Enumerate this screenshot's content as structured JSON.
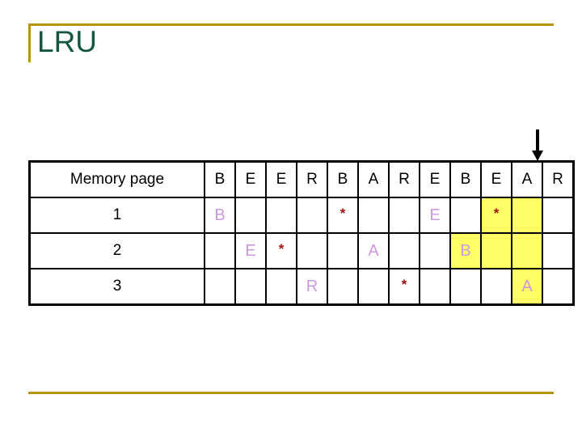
{
  "slide": {
    "title": "LRU",
    "title_color": "#14573c",
    "rule_color": "#b8960c",
    "background": "#ffffff"
  },
  "pointer": {
    "icon": "down-arrow-icon",
    "color": "#000000",
    "points_at_column_index": 11
  },
  "table": {
    "header_label": "Memory page",
    "reference_string": [
      "B",
      "E",
      "E",
      "R",
      "B",
      "A",
      "R",
      "E",
      "B",
      "E",
      "A",
      "R"
    ],
    "row_labels": [
      "1",
      "2",
      "3"
    ],
    "letter_color": "#cc99dd",
    "star_color": "#a81010",
    "highlight_color": "#ffff66",
    "border_color": "#000000",
    "rows": [
      {
        "label": "1",
        "cells": [
          {
            "text": "B",
            "kind": "page",
            "highlight": false
          },
          {
            "text": "",
            "kind": "empty",
            "highlight": false
          },
          {
            "text": "",
            "kind": "empty",
            "highlight": false
          },
          {
            "text": "",
            "kind": "empty",
            "highlight": false
          },
          {
            "text": "*",
            "kind": "star",
            "highlight": false
          },
          {
            "text": "",
            "kind": "empty",
            "highlight": false
          },
          {
            "text": "",
            "kind": "empty",
            "highlight": false
          },
          {
            "text": "E",
            "kind": "page",
            "highlight": false
          },
          {
            "text": "",
            "kind": "empty",
            "highlight": false
          },
          {
            "text": "*",
            "kind": "star",
            "highlight": true
          },
          {
            "text": "",
            "kind": "empty",
            "highlight": true
          },
          {
            "text": "",
            "kind": "empty",
            "highlight": false
          }
        ]
      },
      {
        "label": "2",
        "cells": [
          {
            "text": "",
            "kind": "empty",
            "highlight": false
          },
          {
            "text": "E",
            "kind": "page",
            "highlight": false
          },
          {
            "text": "*",
            "kind": "star",
            "highlight": false
          },
          {
            "text": "",
            "kind": "empty",
            "highlight": false
          },
          {
            "text": "",
            "kind": "empty",
            "highlight": false
          },
          {
            "text": "A",
            "kind": "page",
            "highlight": false
          },
          {
            "text": "",
            "kind": "empty",
            "highlight": false
          },
          {
            "text": "",
            "kind": "empty",
            "highlight": false
          },
          {
            "text": "B",
            "kind": "page",
            "highlight": true
          },
          {
            "text": "",
            "kind": "empty",
            "highlight": true
          },
          {
            "text": "",
            "kind": "empty",
            "highlight": true
          },
          {
            "text": "",
            "kind": "empty",
            "highlight": false
          }
        ]
      },
      {
        "label": "3",
        "cells": [
          {
            "text": "",
            "kind": "empty",
            "highlight": false
          },
          {
            "text": "",
            "kind": "empty",
            "highlight": false
          },
          {
            "text": "",
            "kind": "empty",
            "highlight": false
          },
          {
            "text": "R",
            "kind": "page",
            "highlight": false
          },
          {
            "text": "",
            "kind": "empty",
            "highlight": false
          },
          {
            "text": "",
            "kind": "empty",
            "highlight": false
          },
          {
            "text": "*",
            "kind": "star",
            "highlight": false
          },
          {
            "text": "",
            "kind": "empty",
            "highlight": false
          },
          {
            "text": "",
            "kind": "empty",
            "highlight": false
          },
          {
            "text": "",
            "kind": "empty",
            "highlight": false
          },
          {
            "text": "A",
            "kind": "page",
            "highlight": true
          },
          {
            "text": "",
            "kind": "empty",
            "highlight": false
          }
        ]
      }
    ]
  }
}
